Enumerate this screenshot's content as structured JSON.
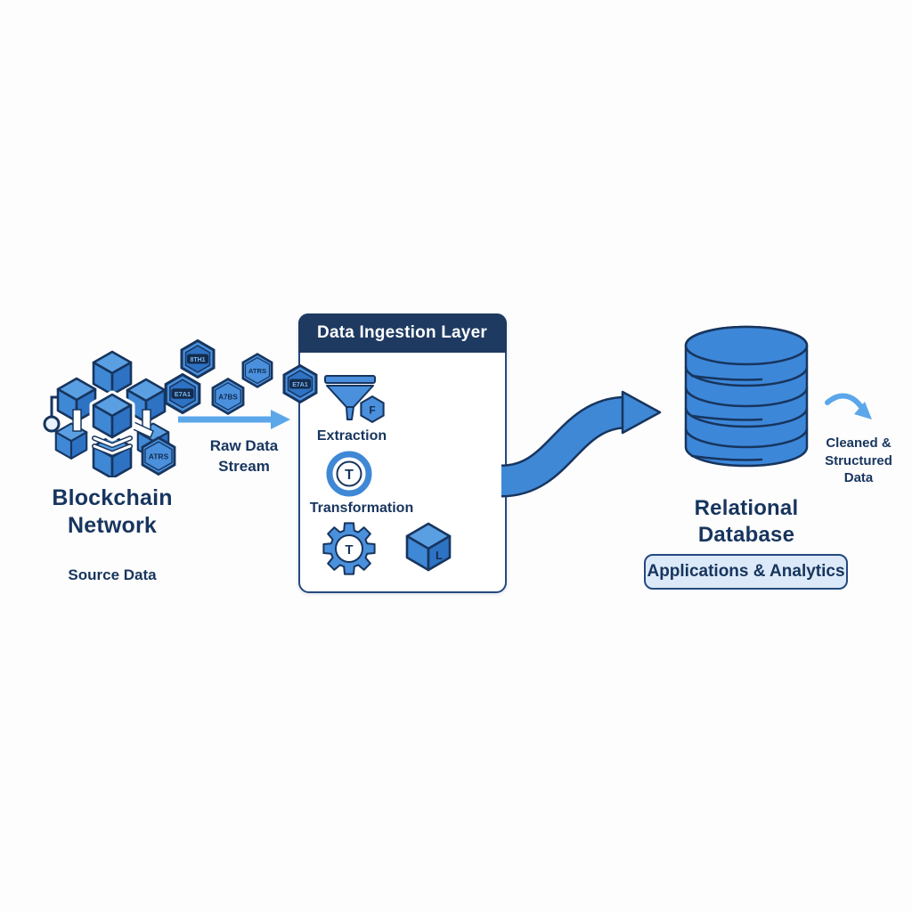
{
  "colors": {
    "navy_text": "#17355e",
    "header_bg": "#1e3a61",
    "cube_blue": "#3f88d6",
    "light_arrow_blue": "#5ba7ea",
    "button_bg": "#dce9f8",
    "badge_plate": "#142c4e"
  },
  "source": {
    "title": "Blockchain Network",
    "subtitle": "Source Data",
    "hex_badges": [
      {
        "label": "8TH1",
        "style": "badge"
      },
      {
        "label": "ATRS",
        "style": "plain"
      },
      {
        "label": "E7A1",
        "style": "badge"
      },
      {
        "label": "A7BS",
        "style": "plain"
      },
      {
        "label": "E7A1",
        "style": "badge"
      },
      {
        "label": "ATRS",
        "style": "plain"
      }
    ]
  },
  "stream": {
    "label": "Raw Data Stream"
  },
  "ingestion": {
    "header": "Data Ingestion Layer",
    "extraction_label": "Extraction",
    "extraction_badge": "F",
    "transformation_label": "Transformation",
    "transformation_badge": "T",
    "gear_letter": "T",
    "cube_letter": "L"
  },
  "database": {
    "title": "Relational Database",
    "button_label": "Applications & Analytics",
    "output_label": "Cleaned & Structured Data"
  }
}
